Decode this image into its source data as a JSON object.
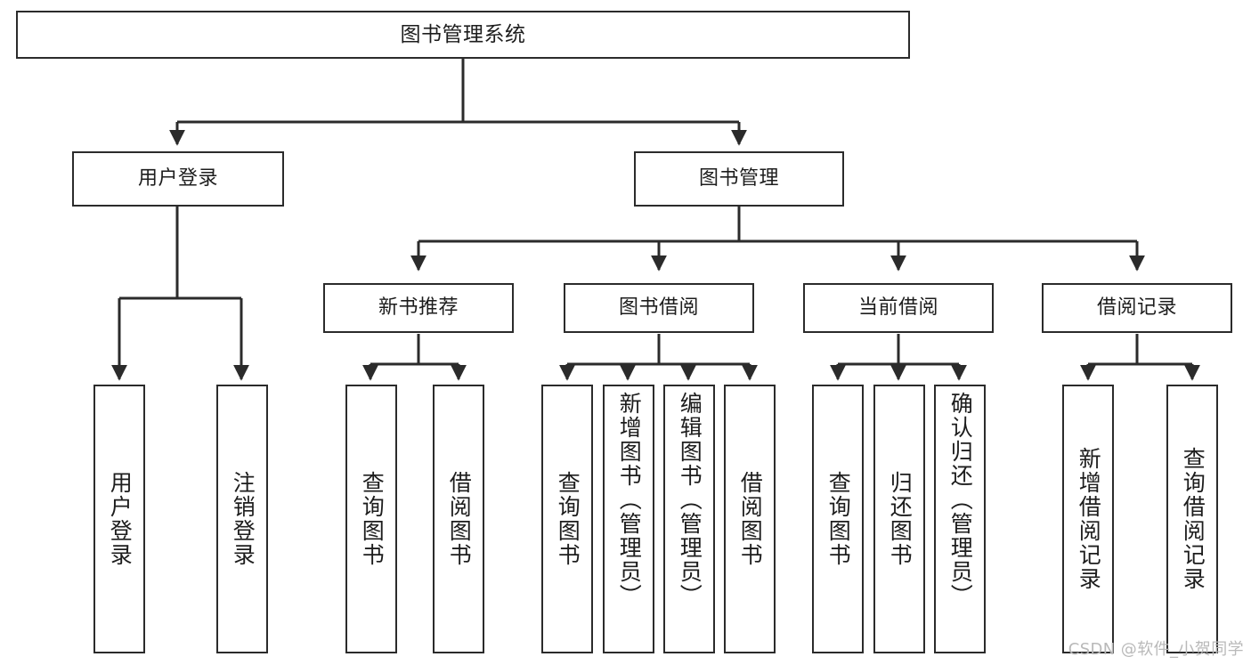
{
  "diagram": {
    "title": "图书管理系统",
    "watermark": "CSDN @软件_小贺同学",
    "stroke_color": "#2b2b2b",
    "fill_color": "#ffffff",
    "text_color": "#1d1d1d",
    "watermark_color": "#b9b9b9"
  },
  "nodes": {
    "root": {
      "label": "图书管理系统"
    },
    "level1": [
      {
        "label": "用户登录"
      },
      {
        "label": "图书管理"
      }
    ],
    "level2": [
      {
        "label": "新书推荐"
      },
      {
        "label": "图书借阅"
      },
      {
        "label": "当前借阅"
      },
      {
        "label": "借阅记录"
      }
    ],
    "leaves_user_login": [
      {
        "label": "用户登录"
      },
      {
        "label": "注销登录"
      }
    ],
    "leaves_new_book": [
      {
        "label": "查询图书"
      },
      {
        "label": "借阅图书"
      }
    ],
    "leaves_borrow": [
      {
        "label": "查询图书"
      },
      {
        "label": "新增图书（管理员）"
      },
      {
        "label": "编辑图书（管理员）"
      },
      {
        "label": "借阅图书"
      }
    ],
    "leaves_current": [
      {
        "label": "查询图书"
      },
      {
        "label": "归还图书"
      },
      {
        "label": "确认归还（管理员）"
      }
    ],
    "leaves_records": [
      {
        "label": "新增借阅记录"
      },
      {
        "label": "查询借阅记录"
      }
    ]
  },
  "chart_data": {
    "type": "table",
    "title": "图书管理系统 功能结构图",
    "tree": {
      "name": "图书管理系统",
      "children": [
        {
          "name": "用户登录",
          "children": [
            {
              "name": "用户登录"
            },
            {
              "name": "注销登录"
            }
          ]
        },
        {
          "name": "图书管理",
          "children": [
            {
              "name": "新书推荐",
              "children": [
                {
                  "name": "查询图书"
                },
                {
                  "name": "借阅图书"
                }
              ]
            },
            {
              "name": "图书借阅",
              "children": [
                {
                  "name": "查询图书"
                },
                {
                  "name": "新增图书（管理员）"
                },
                {
                  "name": "编辑图书（管理员）"
                },
                {
                  "name": "借阅图书"
                }
              ]
            },
            {
              "name": "当前借阅",
              "children": [
                {
                  "name": "查询图书"
                },
                {
                  "name": "归还图书"
                },
                {
                  "name": "确认归还（管理员）"
                }
              ]
            },
            {
              "name": "借阅记录",
              "children": [
                {
                  "name": "新增借阅记录"
                },
                {
                  "name": "查询借阅记录"
                }
              ]
            }
          ]
        }
      ]
    }
  }
}
